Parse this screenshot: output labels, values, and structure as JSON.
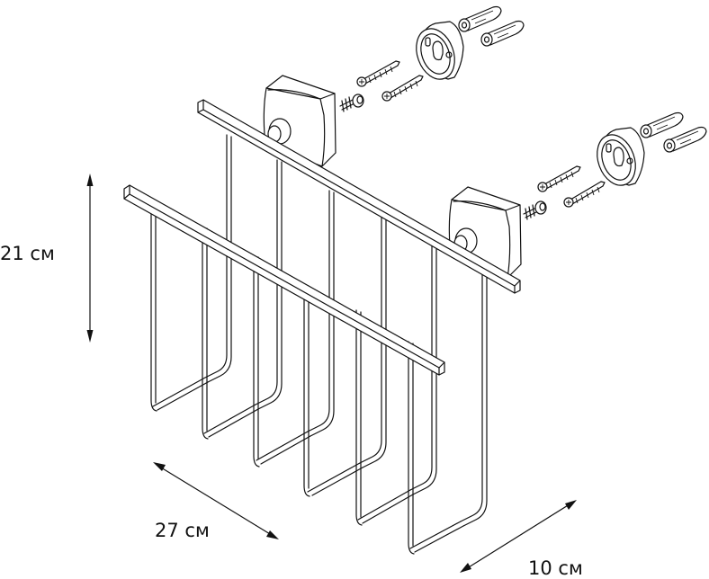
{
  "diagram": {
    "subject": "wall-mounted wire basket with mounting hardware",
    "line_color": "#111111",
    "background": "#ffffff",
    "dimensions": {
      "height": {
        "label": "21 см",
        "value": 21,
        "unit": "см"
      },
      "width": {
        "label": "27 см",
        "value": 27,
        "unit": "см"
      },
      "depth": {
        "label": "10 см",
        "value": 10,
        "unit": "см"
      }
    },
    "parts": [
      {
        "name": "wire basket",
        "count": 1
      },
      {
        "name": "wall bracket block",
        "count": 2
      },
      {
        "name": "mounting bolt with washer",
        "count": 2
      },
      {
        "name": "wood screw",
        "count": 4
      },
      {
        "name": "oval wall plate",
        "count": 2
      },
      {
        "name": "wall plug / dowel",
        "count": 4
      }
    ]
  }
}
